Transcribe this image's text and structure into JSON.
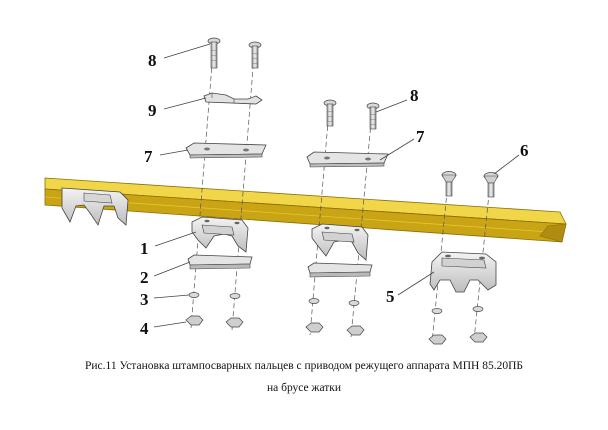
{
  "labels": [
    "8",
    "9",
    "7",
    "1",
    "2",
    "3",
    "4",
    "8",
    "7",
    "6",
    "5"
  ],
  "caption": {
    "line1": "Рис.11 Установка штампосварных пальцев с приводом режущего аппарата МПН 85.20ПБ",
    "line2": "на брусе жатки"
  },
  "colors": {
    "bar_top": "#f2d64a",
    "bar_face": "#c9a415",
    "bar_edge": "#8a6e06",
    "part_fill": "#e6e6e6",
    "part_stroke": "#444444",
    "leader": "#444444"
  }
}
